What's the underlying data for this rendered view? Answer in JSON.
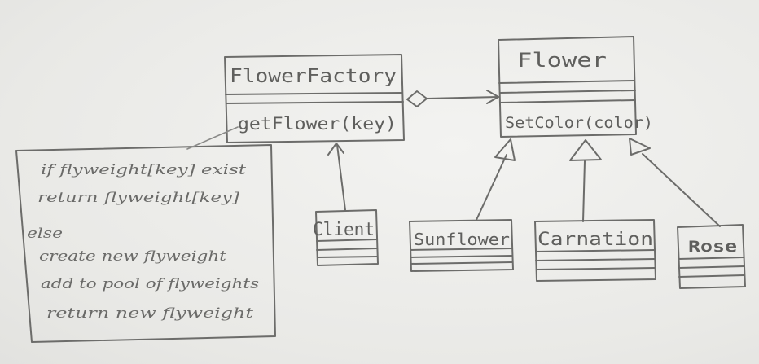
{
  "classes": {
    "flower_factory": {
      "name": "FlowerFactory",
      "method": "getFlower(key)"
    },
    "flower": {
      "name": "Flower",
      "method": "SetColor(color)"
    },
    "client": {
      "name": "Client"
    },
    "sunflower": {
      "name": "Sunflower"
    },
    "carnation": {
      "name": "Carnation"
    },
    "rose": {
      "name": "Rose"
    }
  },
  "note": {
    "lines": [
      "if flyweight[key] exist",
      "return flyweight[key]",
      "else",
      "create new flyweight",
      "add to pool of flyweights",
      "return new flyweight"
    ]
  },
  "colors": {
    "paper": "#ededeb",
    "pencil": "#6c6c6a"
  }
}
